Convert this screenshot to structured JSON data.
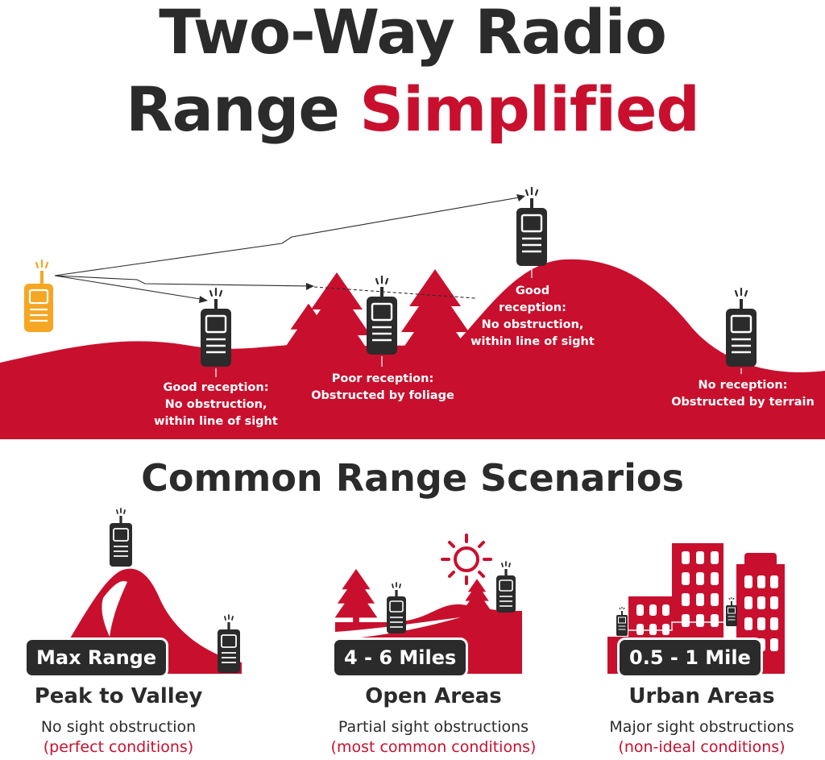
{
  "header": {
    "line1": "Two-Way Radio",
    "line2_plain": "Range",
    "line2_accent": "Simplified"
  },
  "diagram": {
    "labels": [
      {
        "line1": "Good reception:",
        "line2": "No obstruction,",
        "line3": "within line of sight"
      },
      {
        "line1": "Poor reception:",
        "line2": "Obstructed by foliage"
      },
      {
        "line1": "Good",
        "line2": "reception:",
        "line3": "No obstruction,",
        "line4": "within line of sight"
      },
      {
        "line1": "No reception:",
        "line2": "Obstructed by terrain"
      }
    ]
  },
  "scenarios": {
    "heading": "Common Range Scenarios",
    "items": [
      {
        "badge": "Max Range",
        "title": "Peak to Valley",
        "description": "No sight obstruction",
        "note": "(perfect conditions)"
      },
      {
        "badge": "4 - 6 Miles",
        "title": "Open Areas",
        "description": "Partial sight obstructions",
        "note": "(most common conditions)"
      },
      {
        "badge": "0.5 - 1 Mile",
        "title": "Urban Areas",
        "description": "Major sight obstructions",
        "note": "(non-ideal conditions)"
      }
    ]
  },
  "colors": {
    "accent": "#c8102e",
    "dark": "#2b2b2b",
    "transmitter": "#f5a623"
  },
  "icons": [
    "transmitter-radio-icon",
    "radio-icon",
    "tree-icon",
    "sun-icon",
    "building-icon",
    "mountain-icon"
  ]
}
